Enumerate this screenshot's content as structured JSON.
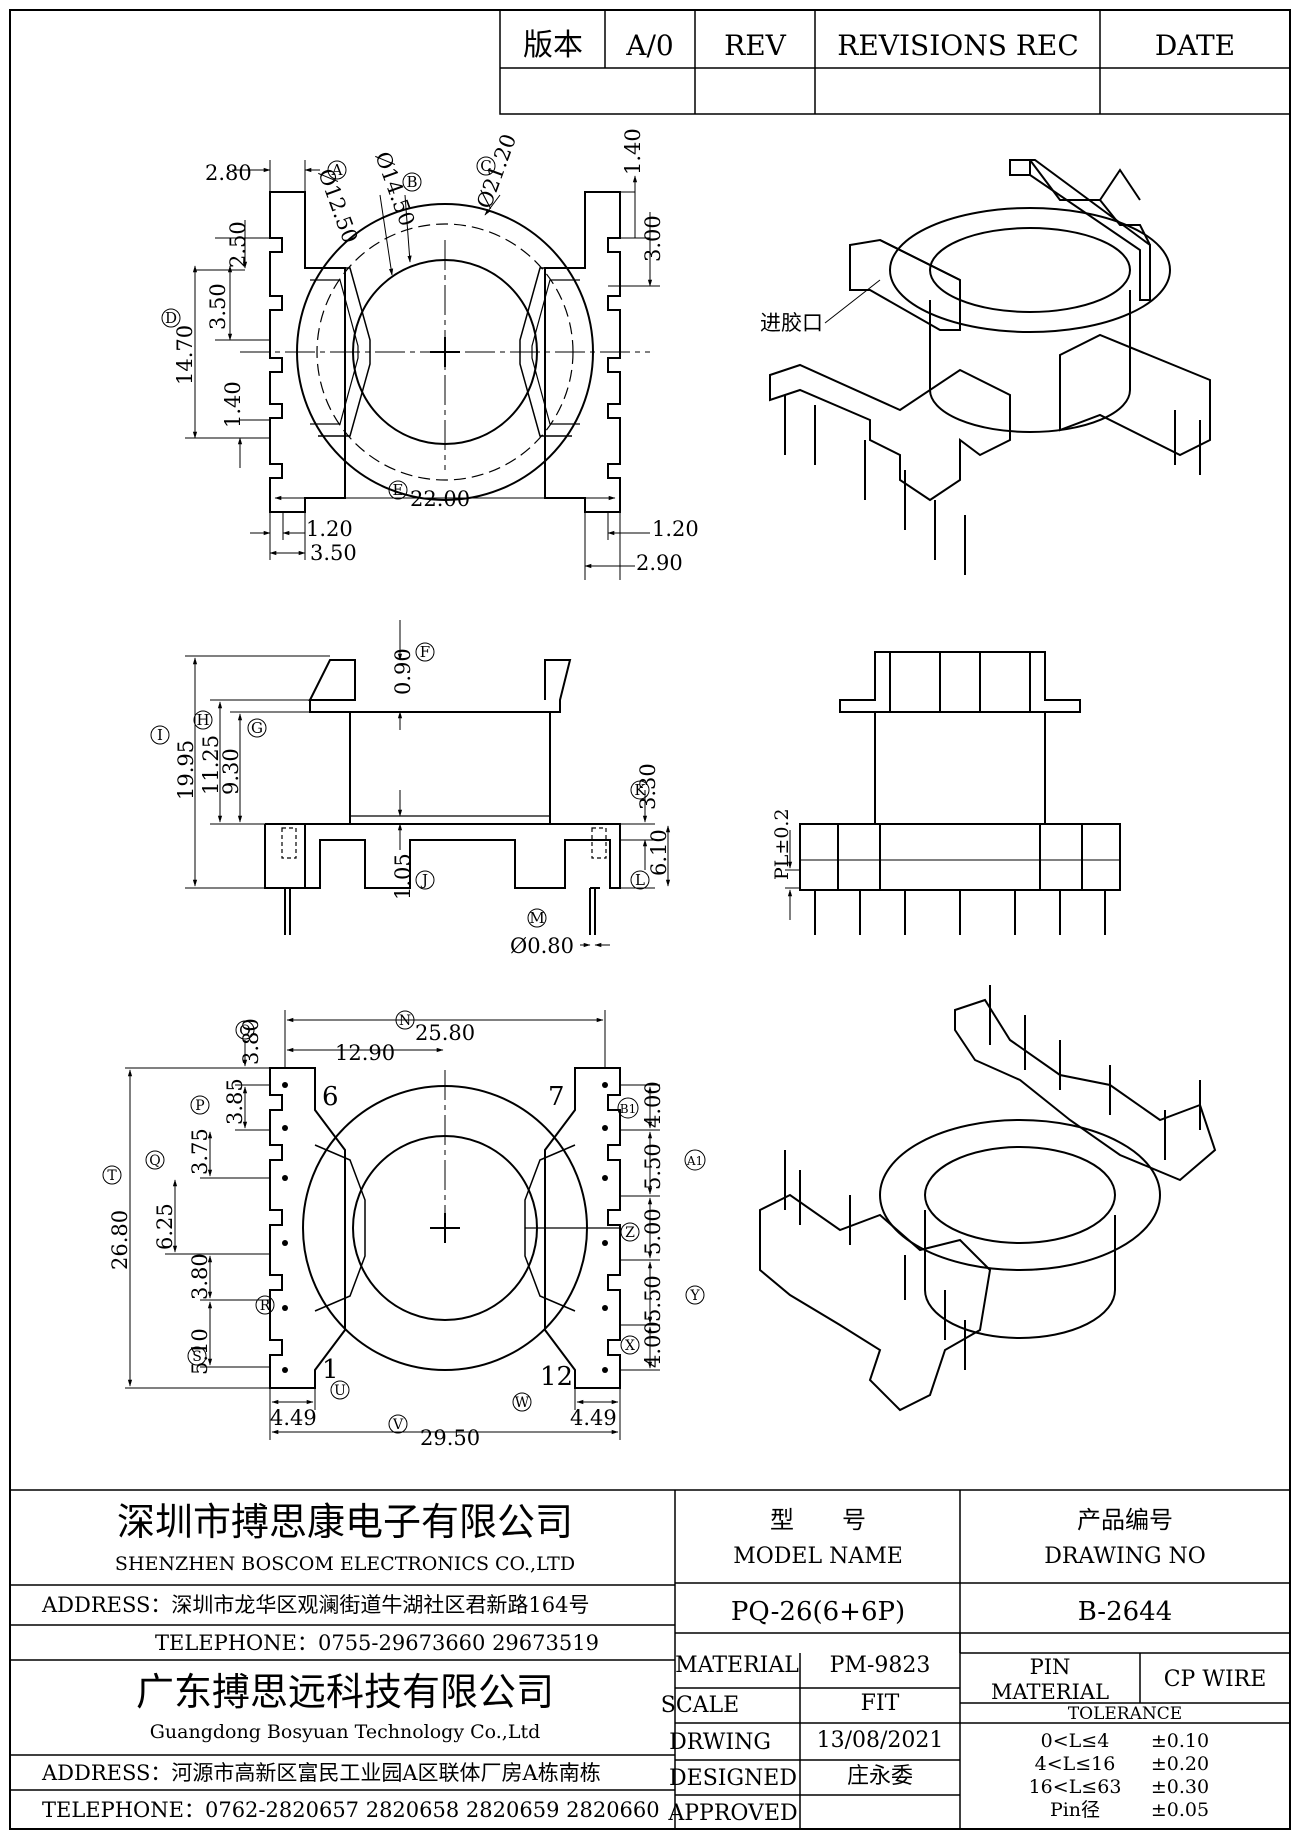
{
  "revision_table": {
    "version_label": "版本",
    "version_value": "A/0",
    "rev_label": "REV",
    "revisions_label": "REVISIONS REC",
    "date_label": "DATE"
  },
  "views": {
    "top": {
      "dims": [
        "2.80",
        "1.40",
        "3.00",
        "2.50",
        "3.50",
        "14.70",
        "1.40",
        "22.00",
        "1.20",
        "3.50",
        "1.20",
        "2.90"
      ],
      "circles": [
        "Ø12.50",
        "Ø14.50",
        "Ø21.20"
      ],
      "balloons": [
        "A",
        "B",
        "C",
        "D",
        "E"
      ]
    },
    "iso_top": {
      "gate_label": "进胶口"
    },
    "front": {
      "dims": [
        "0.90",
        "19.95",
        "11.25",
        "9.30",
        "3.30",
        "6.10",
        "1.05",
        "Ø0.80"
      ],
      "balloons": [
        "F",
        "I",
        "H",
        "G",
        "K",
        "L",
        "J",
        "M"
      ]
    },
    "side": {
      "dims": [
        "PL±0.2"
      ]
    },
    "bottom": {
      "dims": [
        "25.80",
        "12.90",
        "3.80",
        "3.85",
        "3.75",
        "6.25",
        "26.80",
        "3.80",
        "5.10",
        "4.49",
        "29.50",
        "4.49",
        "4.00",
        "5.50",
        "5.00",
        "5.50",
        "4.00"
      ],
      "balloons": [
        "O",
        "N",
        "P",
        "Q",
        "T",
        "R",
        "S",
        "U",
        "V",
        "W",
        "B1",
        "A1",
        "Z",
        "Y",
        "X"
      ],
      "pin_labels": [
        "6",
        "7",
        "1",
        "12"
      ]
    }
  },
  "title_block": {
    "company1_cn": "深圳市搏思康电子有限公司",
    "company1_en": "SHENZHEN BOSCOM ELECTRONICS CO.,LTD",
    "address1": "ADDRESS：深圳市龙华区观澜街道牛湖社区君新路164号",
    "telephone1": "TELEPHONE：0755-29673660 29673519",
    "company2_cn": "广东搏思远科技有限公司",
    "company2_en": "Guangdong Bosyuan Technology Co.,Ltd",
    "address2": "ADDRESS：河源市高新区富民工业园A区联体厂房A栋南栋",
    "telephone2": "TELEPHONE：0762-2820657 2820658 2820659 2820660",
    "model_label_cn": "型　　号",
    "model_label_en": "MODEL NAME",
    "model_value": "PQ-26(6+6P)",
    "drawing_label_cn": "产品编号",
    "drawing_label_en": "DRAWING NO",
    "drawing_value": "B-2644",
    "material_label": "MATERIAL",
    "material_value": "PM-9823",
    "pin_material_label1": "PIN",
    "pin_material_label2": "MATERIAL",
    "pin_material_value": "CP WIRE",
    "scale_label": "SCALE",
    "scale_value": "FIT",
    "drawing_date_label": "DRWING",
    "drawing_date_value": "13/08/2021",
    "designed_label": "DESIGNED",
    "designed_value": "庄永委",
    "approved_label": "APPROVED",
    "tolerance_label": "TOLERANCE",
    "tolerances": [
      {
        "range": "0<L≤4",
        "value": "±0.10"
      },
      {
        "range": "4<L≤16",
        "value": "±0.20"
      },
      {
        "range": "16<L≤63",
        "value": "±0.30"
      },
      {
        "range": "Pin径",
        "value": "±0.05"
      }
    ]
  }
}
